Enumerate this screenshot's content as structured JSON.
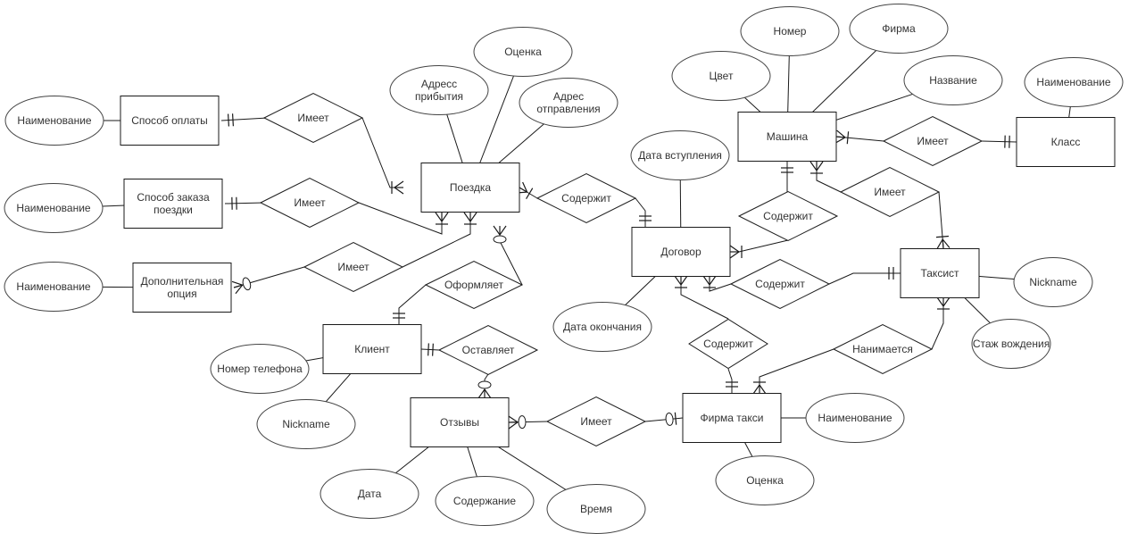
{
  "diagram": {
    "type": "er-diagram-crows-foot",
    "entities": [
      {
        "id": "sposob_oplaty",
        "label": [
          "Способ оплаты"
        ]
      },
      {
        "id": "sposob_zakaza",
        "label": [
          "Способ заказа",
          "поездки"
        ]
      },
      {
        "id": "dop_opciya",
        "label": [
          "Дополнительная",
          "опция"
        ]
      },
      {
        "id": "poezdka",
        "label": [
          "Поездка"
        ]
      },
      {
        "id": "klient",
        "label": [
          "Клиент"
        ]
      },
      {
        "id": "otzyvy",
        "label": [
          "Отзывы"
        ]
      },
      {
        "id": "dogovor",
        "label": [
          "Договор"
        ]
      },
      {
        "id": "mashina",
        "label": [
          "Машина"
        ]
      },
      {
        "id": "klass",
        "label": [
          "Класс"
        ]
      },
      {
        "id": "taksist",
        "label": [
          "Таксист"
        ]
      },
      {
        "id": "firma_taksi",
        "label": [
          "Фирма такси"
        ]
      }
    ],
    "relationships": [
      {
        "id": "r_imeet_oplata",
        "label": "Имеет"
      },
      {
        "id": "r_imeet_zakaz",
        "label": "Имеет"
      },
      {
        "id": "r_imeet_opciya",
        "label": "Имеет"
      },
      {
        "id": "r_soderzhit_poezdka",
        "label": "Содержит"
      },
      {
        "id": "r_oformlyaet",
        "label": "Оформляет"
      },
      {
        "id": "r_ostavlyaet",
        "label": "Оставляет"
      },
      {
        "id": "r_imeet_otzyvy",
        "label": "Имеет"
      },
      {
        "id": "r_soderzhit_mashina",
        "label": "Содержит"
      },
      {
        "id": "r_imeet_klass",
        "label": "Имеет"
      },
      {
        "id": "r_imeet_taksist",
        "label": "Имеет"
      },
      {
        "id": "r_soderzhit_taksist",
        "label": "Содержит"
      },
      {
        "id": "r_soderzhit_firma",
        "label": "Содержит"
      },
      {
        "id": "r_nanimaetsya",
        "label": "Нанимается"
      }
    ],
    "attributes": [
      {
        "id": "a_oplata_name",
        "entity": "sposob_oplaty",
        "label": [
          "Наименование"
        ]
      },
      {
        "id": "a_zakaz_name",
        "entity": "sposob_zakaza",
        "label": [
          "Наименование"
        ]
      },
      {
        "id": "a_opciya_name",
        "entity": "dop_opciya",
        "label": [
          "Наименование"
        ]
      },
      {
        "id": "a_adres_prib",
        "entity": "poezdka",
        "label": [
          "Адресс",
          "прибытия"
        ]
      },
      {
        "id": "a_ocenka_poezdka",
        "entity": "poezdka",
        "label": [
          "Оценка"
        ]
      },
      {
        "id": "a_adres_otpr",
        "entity": "poezdka",
        "label": [
          "Адрес",
          "отправления"
        ]
      },
      {
        "id": "a_data_vstup",
        "entity": "dogovor",
        "label": [
          "Дата вступления"
        ]
      },
      {
        "id": "a_data_okonch",
        "entity": "dogovor",
        "label": [
          "Дата окончания"
        ]
      },
      {
        "id": "a_cvet",
        "entity": "mashina",
        "label": [
          "Цвет"
        ]
      },
      {
        "id": "a_nomer",
        "entity": "mashina",
        "label": [
          "Номер"
        ]
      },
      {
        "id": "a_firma",
        "entity": "mashina",
        "label": [
          "Фирма"
        ]
      },
      {
        "id": "a_nazvanie",
        "entity": "mashina",
        "label": [
          "Название"
        ]
      },
      {
        "id": "a_klass_name",
        "entity": "klass",
        "label": [
          "Наименование"
        ]
      },
      {
        "id": "a_taksist_nick",
        "entity": "taksist",
        "label": [
          "Nickname"
        ]
      },
      {
        "id": "a_stazh",
        "entity": "taksist",
        "label": [
          "Стаж вождения"
        ]
      },
      {
        "id": "a_klient_phone",
        "entity": "klient",
        "label": [
          "Номер телефона"
        ]
      },
      {
        "id": "a_klient_nick",
        "entity": "klient",
        "label": [
          "Nickname"
        ]
      },
      {
        "id": "a_otzyv_data",
        "entity": "otzyvy",
        "label": [
          "Дата"
        ]
      },
      {
        "id": "a_otzyv_soderzh",
        "entity": "otzyvy",
        "label": [
          "Содержание"
        ]
      },
      {
        "id": "a_otzyv_vremya",
        "entity": "otzyvy",
        "label": [
          "Время"
        ]
      },
      {
        "id": "a_firma_name",
        "entity": "firma_taksi",
        "label": [
          "Наименование"
        ]
      },
      {
        "id": "a_firma_ocenka",
        "entity": "firma_taksi",
        "label": [
          "Оценка"
        ]
      }
    ],
    "connections": [
      {
        "from": "sposob_oplaty",
        "to": "r_imeet_oplata",
        "cardinality": "one-mandatory"
      },
      {
        "from": "poezdka",
        "to": "r_imeet_oplata",
        "cardinality": "many-mandatory"
      },
      {
        "from": "sposob_zakaza",
        "to": "r_imeet_zakaz",
        "cardinality": "one-mandatory"
      },
      {
        "from": "poezdka",
        "to": "r_imeet_zakaz",
        "cardinality": "many-mandatory"
      },
      {
        "from": "dop_opciya",
        "to": "r_imeet_opciya",
        "cardinality": "many-optional"
      },
      {
        "from": "poezdka",
        "to": "r_imeet_opciya",
        "cardinality": "many-mandatory"
      },
      {
        "from": "poezdka",
        "to": "r_soderzhit_poezdka",
        "cardinality": "many-mandatory"
      },
      {
        "from": "dogovor",
        "to": "r_soderzhit_poezdka",
        "cardinality": "one-mandatory"
      },
      {
        "from": "poezdka",
        "to": "r_oformlyaet",
        "cardinality": "many-optional"
      },
      {
        "from": "klient",
        "to": "r_oformlyaet",
        "cardinality": "one-mandatory"
      },
      {
        "from": "klient",
        "to": "r_ostavlyaet",
        "cardinality": "one-mandatory"
      },
      {
        "from": "otzyvy",
        "to": "r_ostavlyaet",
        "cardinality": "many-optional"
      },
      {
        "from": "otzyvy",
        "to": "r_imeet_otzyvy",
        "cardinality": "many-optional"
      },
      {
        "from": "firma_taksi",
        "to": "r_imeet_otzyvy",
        "cardinality": "one-optional"
      },
      {
        "from": "mashina",
        "to": "r_soderzhit_mashina",
        "cardinality": "one-mandatory"
      },
      {
        "from": "dogovor",
        "to": "r_soderzhit_mashina",
        "cardinality": "many-mandatory"
      },
      {
        "from": "mashina",
        "to": "r_imeet_klass",
        "cardinality": "many-mandatory"
      },
      {
        "from": "klass",
        "to": "r_imeet_klass",
        "cardinality": "one-mandatory"
      },
      {
        "from": "mashina",
        "to": "r_imeet_taksist",
        "cardinality": "many-mandatory"
      },
      {
        "from": "taksist",
        "to": "r_imeet_taksist",
        "cardinality": "many-mandatory"
      },
      {
        "from": "dogovor",
        "to": "r_soderzhit_taksist",
        "cardinality": "many-mandatory"
      },
      {
        "from": "taksist",
        "to": "r_soderzhit_taksist",
        "cardinality": "one-mandatory"
      },
      {
        "from": "dogovor",
        "to": "r_soderzhit_firma",
        "cardinality": "many-mandatory"
      },
      {
        "from": "firma_taksi",
        "to": "r_soderzhit_firma",
        "cardinality": "one-mandatory"
      },
      {
        "from": "taksist",
        "to": "r_nanimaetsya",
        "cardinality": "many-mandatory"
      },
      {
        "from": "firma_taksi",
        "to": "r_nanimaetsya",
        "cardinality": "many-mandatory"
      }
    ]
  }
}
